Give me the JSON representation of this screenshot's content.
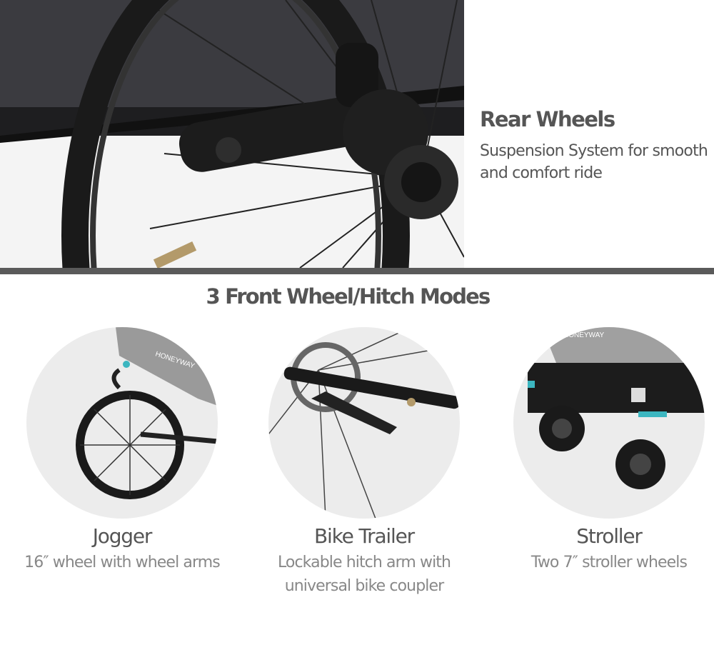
{
  "rear": {
    "title": "Rear Wheels",
    "description": "Suspension System for smooth and comfort ride"
  },
  "section_title": "3 Front Wheel/Hitch Modes",
  "modes": [
    {
      "name": "Jogger",
      "description": "16″ wheel with wheel arms",
      "brand": "HONEYWAY"
    },
    {
      "name": "Bike Trailer",
      "description": "Lockable hitch arm with universal bike coupler"
    },
    {
      "name": "Stroller",
      "description": "Two 7″ stroller wheels",
      "brand": "HONEYWAY"
    }
  ],
  "colors": {
    "text": "#555555",
    "subtext": "#888888",
    "divider": "#5a5a5a",
    "accent": "#3cb6c0"
  }
}
